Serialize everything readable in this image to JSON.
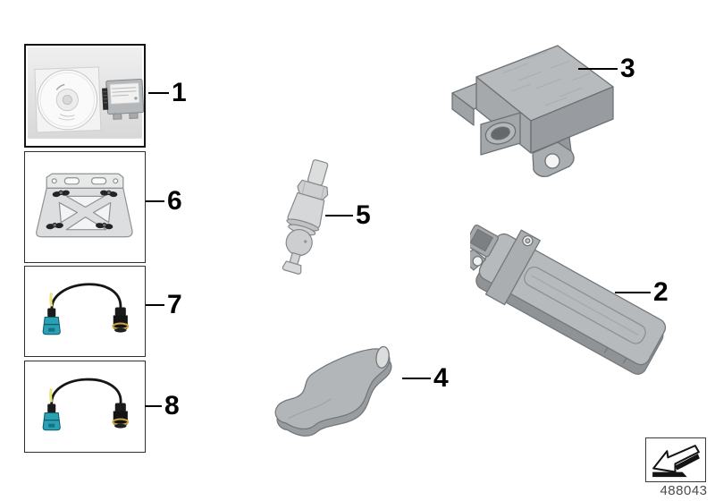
{
  "callouts": {
    "item1": {
      "label": "1"
    },
    "item2": {
      "label": "2"
    },
    "item3": {
      "label": "3"
    },
    "item4": {
      "label": "4"
    },
    "item5": {
      "label": "5"
    },
    "item6": {
      "label": "6"
    },
    "item7": {
      "label": "7"
    },
    "item8": {
      "label": "8"
    }
  },
  "footer": {
    "diagram_number": "488043",
    "icon": "direction-arrow-icon"
  },
  "colors": {
    "callout_text": "#000000",
    "part_gray": "#b6babd",
    "part_gray_dark": "#9a9ea1",
    "connector_teal": "#2aa0b5",
    "cable_black": "#161616",
    "band_yellow": "#e9e37b",
    "ring_gold": "#c9a544",
    "footer_text": "#4b4b4b"
  }
}
